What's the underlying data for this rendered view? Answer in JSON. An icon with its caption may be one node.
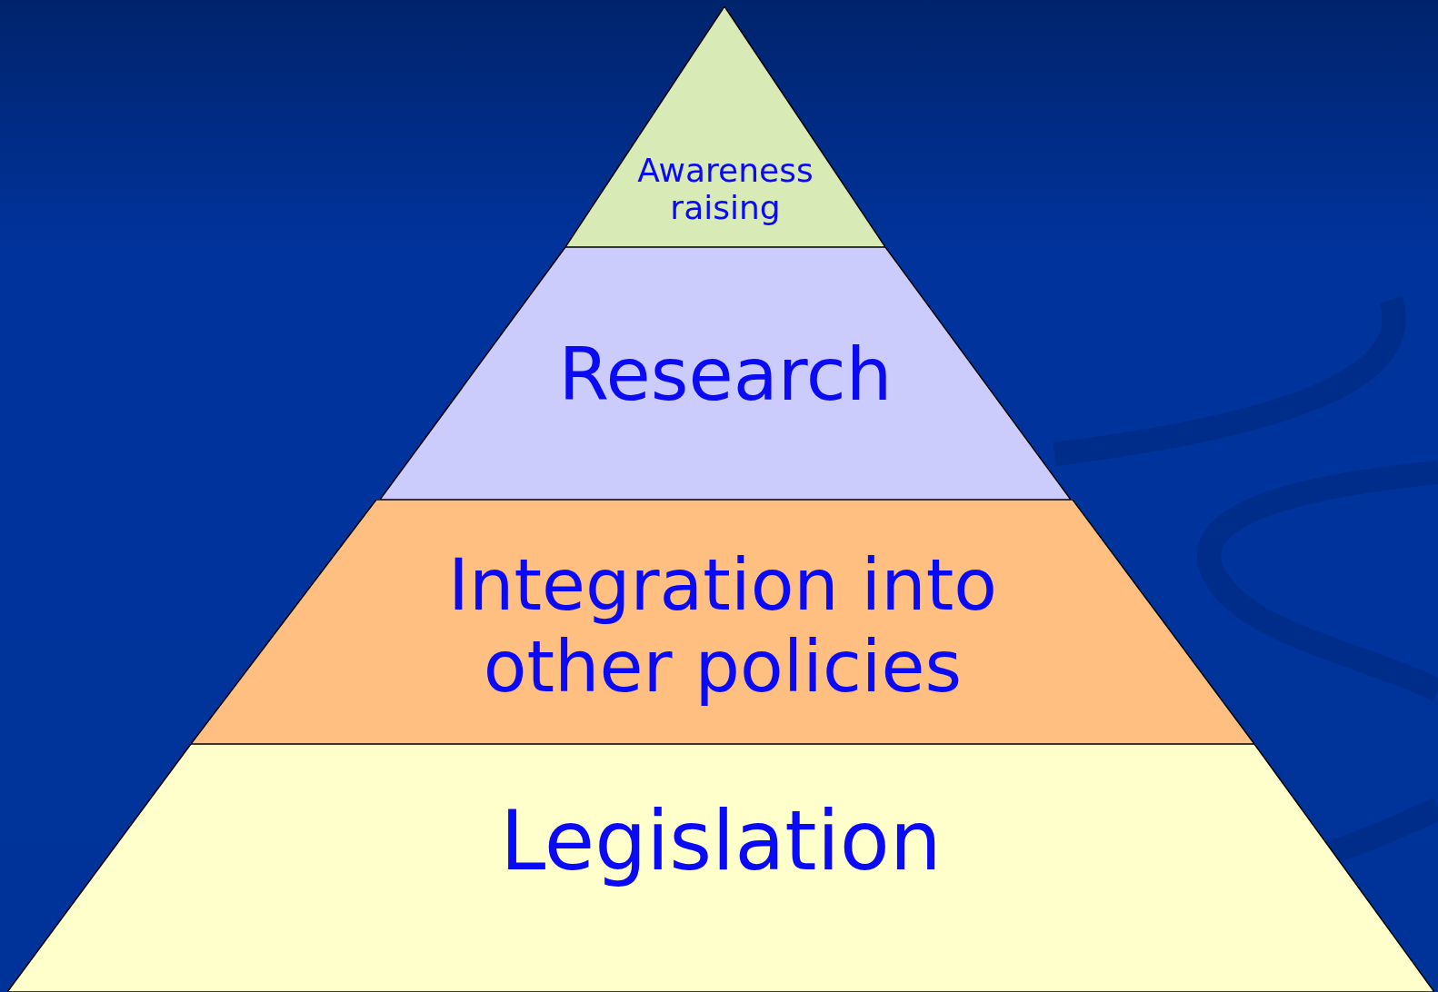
{
  "diagram": {
    "nodes": [
      {
        "text": [
          "Awareness raising"
        ]
      },
      {
        "text": [
          "Research"
        ]
      },
      {
        "text": [
          "Integration into other policies"
        ]
      },
      {
        "text": [
          "Legislation"
        ]
      }
    ]
  }
}
